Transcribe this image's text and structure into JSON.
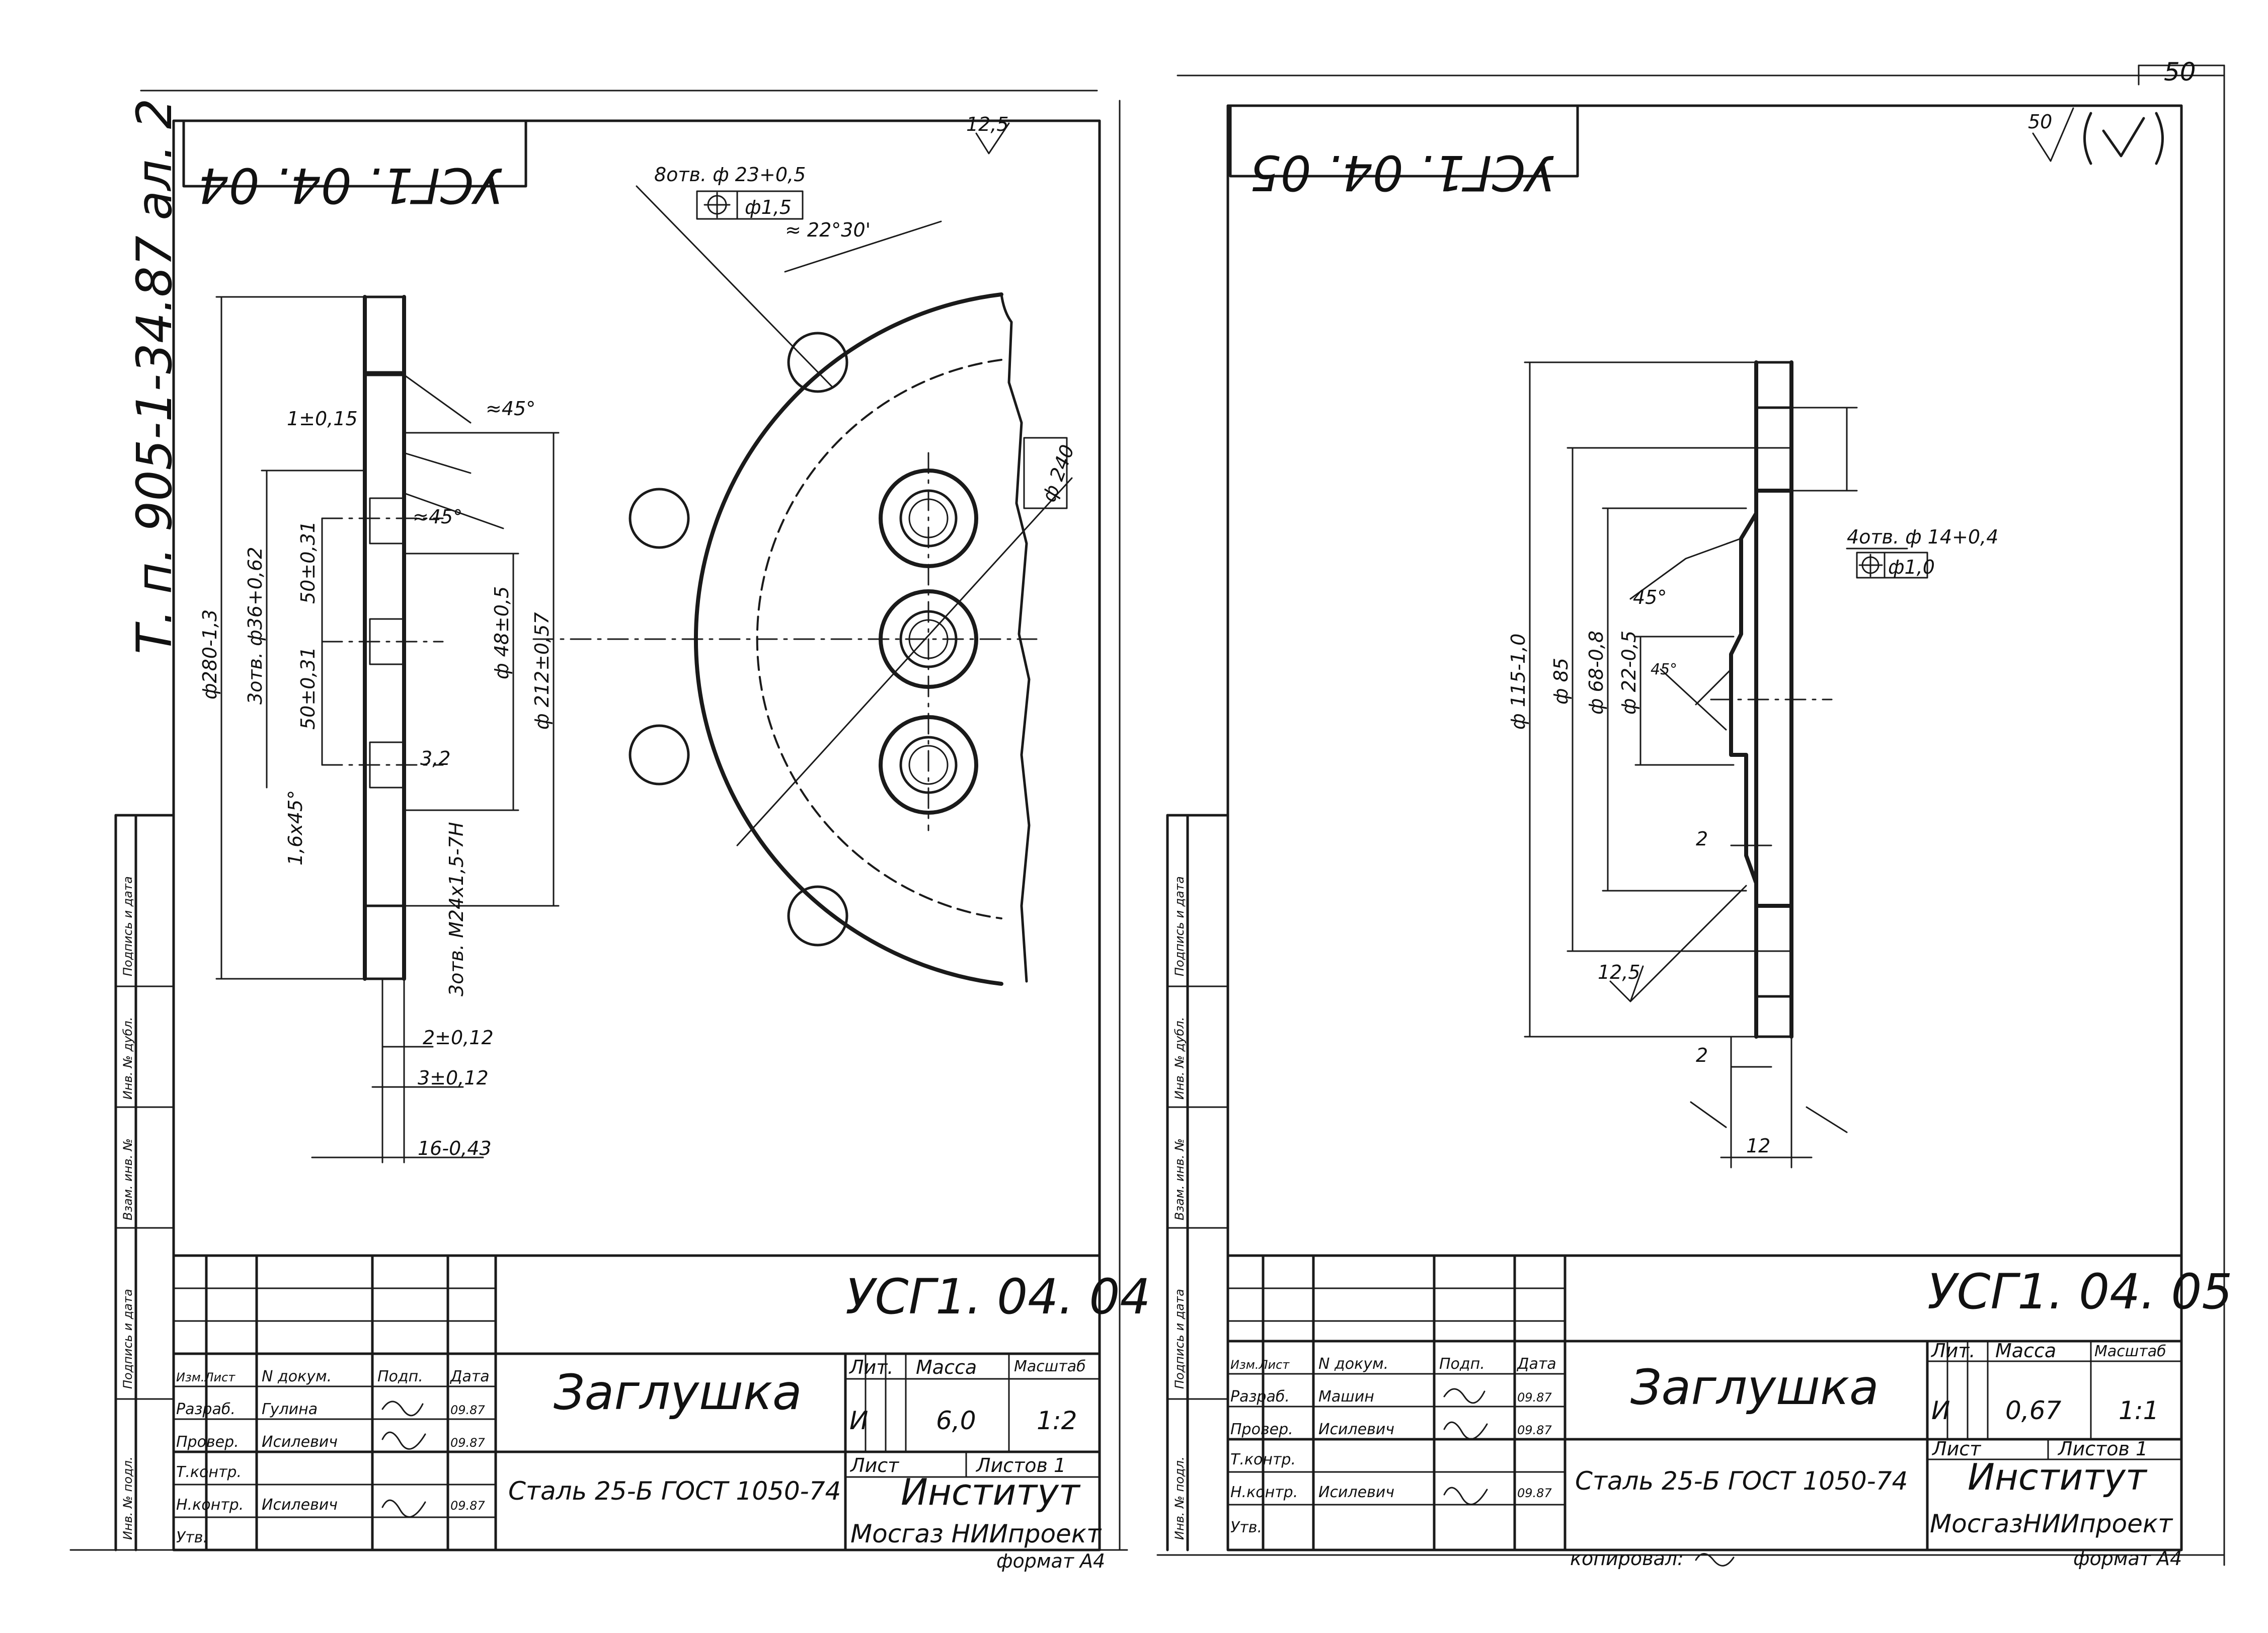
{
  "page_number": "50",
  "series": "Т. п. 905-1-34.87 ал. 2",
  "side_stamps": [
    "Инв. № подл.",
    "Подпись и дата",
    "Взам. инв. №",
    "Инв. № дубл.",
    "Подпись и дата"
  ],
  "sheet1": {
    "stamp": "УСГ1. 04. 04",
    "code": "УСГ1. 04. 04",
    "roughness": "12,5",
    "holes_note": "8отв. ф 23+0,5",
    "position_tol": "ф1,5",
    "angle": "≈ 22°30'",
    "pcd": "ф 240",
    "dims": {
      "d_outer": "ф280-1,3",
      "d_holes": "3отв. ф36+0,62",
      "pitch_a": "50±0,31",
      "pitch_b": "50±0,31",
      "d_inner_a": "ф 48±0,5",
      "d_inner_b": "ф 212±0,57",
      "tol_top": "1±0,15",
      "ang_a": "≈45°",
      "ang_b": "≈45°",
      "chamfer": "1,6x45°",
      "rough_small": "3,2",
      "thread": "3отв. M24x1,5-7Н",
      "t2": "2±0,12",
      "t3": "3±0,12",
      "t16": "16-0,43"
    },
    "title_block": {
      "name": "Заглушка",
      "material": "Сталь 25-Б ГОСТ 1050-74",
      "org_line1": "Институт",
      "org_line2": "Мосгаз НИИпроект",
      "lit": "И",
      "mass": "6,0",
      "scale": "1:2",
      "h_lit": "Лит.",
      "h_mass": "Масса",
      "h_scale": "Масштаб",
      "sheet": "Лист",
      "sheets": "Листов 1",
      "roles": [
        {
          "role": "Изм.Лист",
          "name": "N докум.",
          "sign": "Подп.",
          "date": "Дата"
        },
        {
          "role": "Разраб.",
          "name": "Гулина",
          "sign": "",
          "date": "09.87"
        },
        {
          "role": "Провер.",
          "name": "Исилевич",
          "sign": "",
          "date": "09.87"
        },
        {
          "role": "Т.контр.",
          "name": "",
          "sign": "",
          "date": ""
        },
        {
          "role": "Н.контр.",
          "name": "Исилевич",
          "sign": "",
          "date": "09.87"
        },
        {
          "role": "Утв.",
          "name": "",
          "sign": "",
          "date": ""
        }
      ],
      "format": "формат А4"
    }
  },
  "sheet2": {
    "stamp": "УСГ1. 04. 05",
    "code": "УСГ1. 04. 05",
    "roughness": "50",
    "holes_note": "4отв. ф 14+0,4",
    "position_tol": "ф1,0",
    "dims": {
      "d115": "ф 115-1,0",
      "d85": "ф 85",
      "d68": "ф 68-0,8",
      "d22": "ф 22-0,5",
      "ang_a": "45°",
      "ang_b": "45°",
      "two_a": "2",
      "two_b": "2",
      "rough": "12,5",
      "thk": "12"
    },
    "title_block": {
      "name": "Заглушка",
      "material": "Сталь 25-Б ГОСТ 1050-74",
      "org_line1": "Институт",
      "org_line2": "МосгазНИИпроект",
      "lit": "И",
      "mass": "0,67",
      "scale": "1:1",
      "h_lit": "Лит.",
      "h_mass": "Масса",
      "h_scale": "Масштаб",
      "sheet": "Лист",
      "sheets": "Листов 1",
      "roles": [
        {
          "role": "Изм.Лист",
          "name": "N докум.",
          "sign": "Подп.",
          "date": "Дата"
        },
        {
          "role": "Разраб.",
          "name": "Машин",
          "sign": "",
          "date": "09.87"
        },
        {
          "role": "Провер.",
          "name": "Исилевич",
          "sign": "",
          "date": "09.87"
        },
        {
          "role": "Т.контр.",
          "name": "",
          "sign": "",
          "date": ""
        },
        {
          "role": "Н.контр.",
          "name": "Исилевич",
          "sign": "",
          "date": "09.87"
        },
        {
          "role": "Утв.",
          "name": "",
          "sign": "",
          "date": ""
        }
      ],
      "copied": "копировал:",
      "format": "формат А4"
    }
  }
}
